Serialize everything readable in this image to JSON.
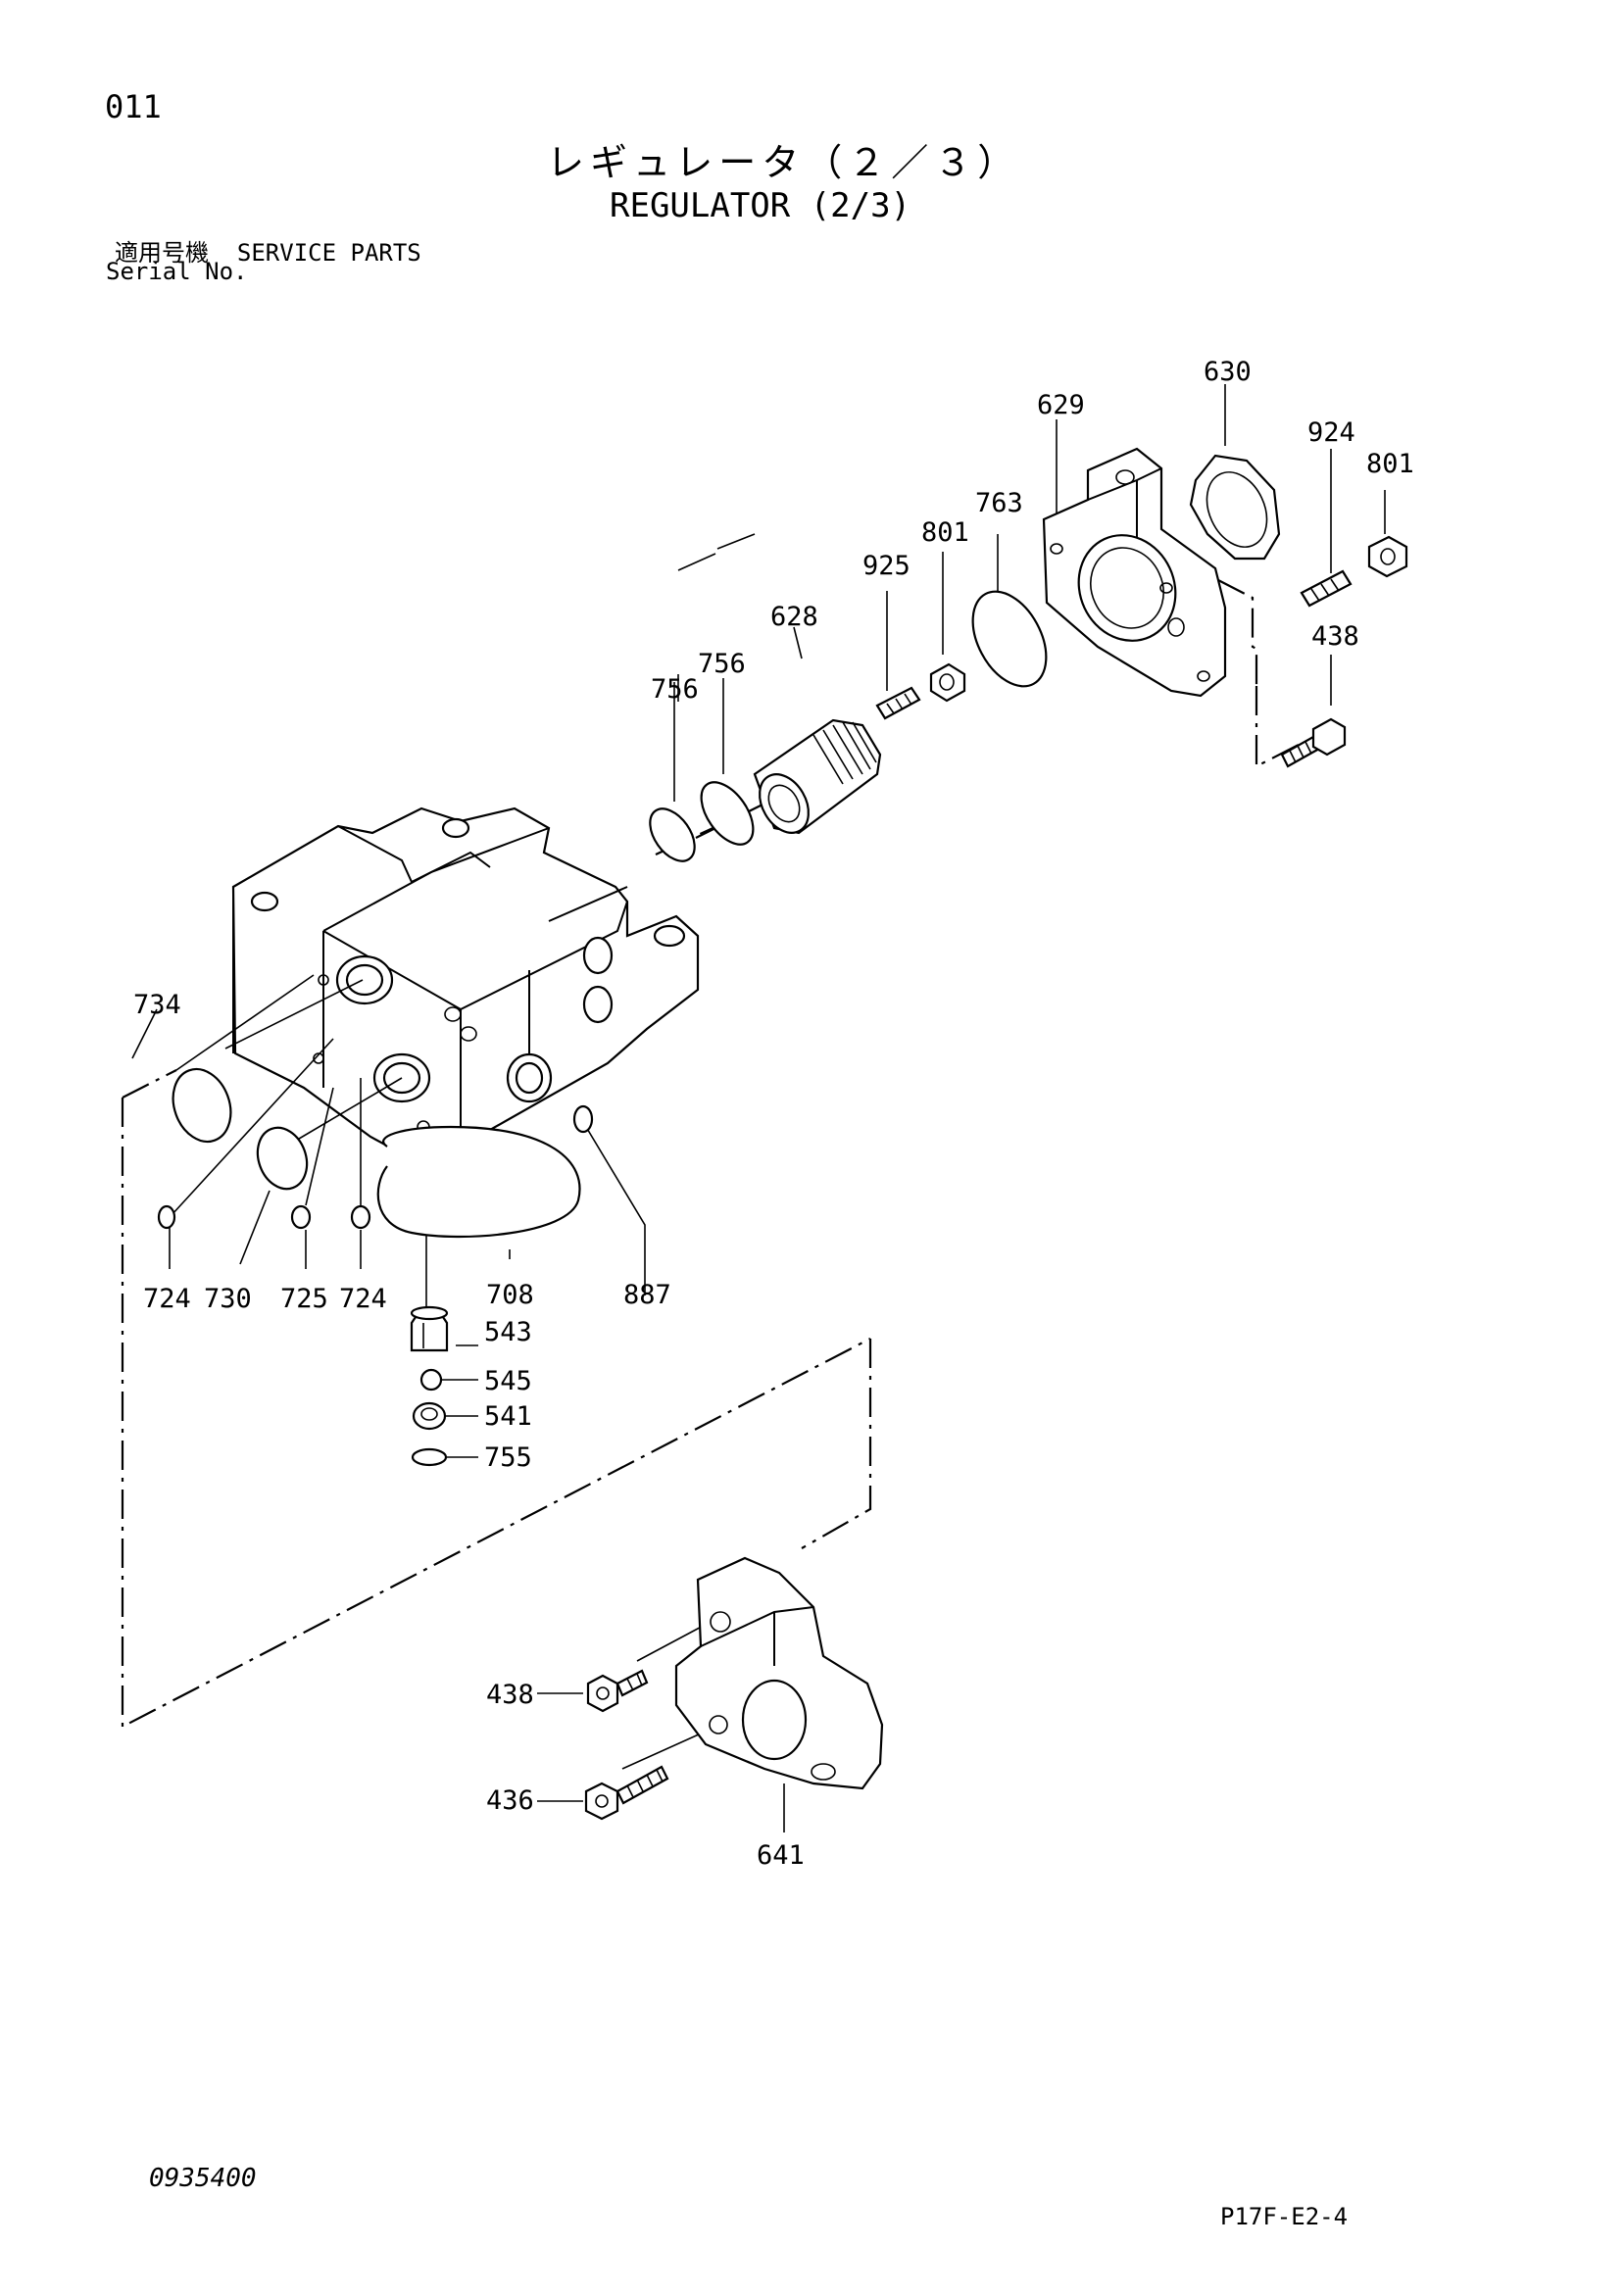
{
  "header": {
    "page_number": "011",
    "title_jp": "レギュレータ（２／３）",
    "title_en": "REGULATOR (2/3)",
    "applicable_label_jp": "適用号機",
    "applicable_value": "SERVICE PARTS",
    "serial_label": "Serial No."
  },
  "footer": {
    "document_number": "0935400",
    "figure_code": "P17F-E2-4"
  },
  "callouts": {
    "c630": "630",
    "c629": "629",
    "c924": "924",
    "c801a": "801",
    "c763": "763",
    "c801b": "801",
    "c925": "925",
    "c628": "628",
    "c756a": "756",
    "c756b": "756",
    "c438a": "438",
    "c734": "734",
    "c724a": "724",
    "c730": "730",
    "c725": "725",
    "c724b": "724",
    "c708": "708",
    "c887": "887",
    "c543": "543",
    "c545": "545",
    "c541": "541",
    "c755": "755",
    "c438b": "438",
    "c436": "436",
    "c641": "641"
  }
}
